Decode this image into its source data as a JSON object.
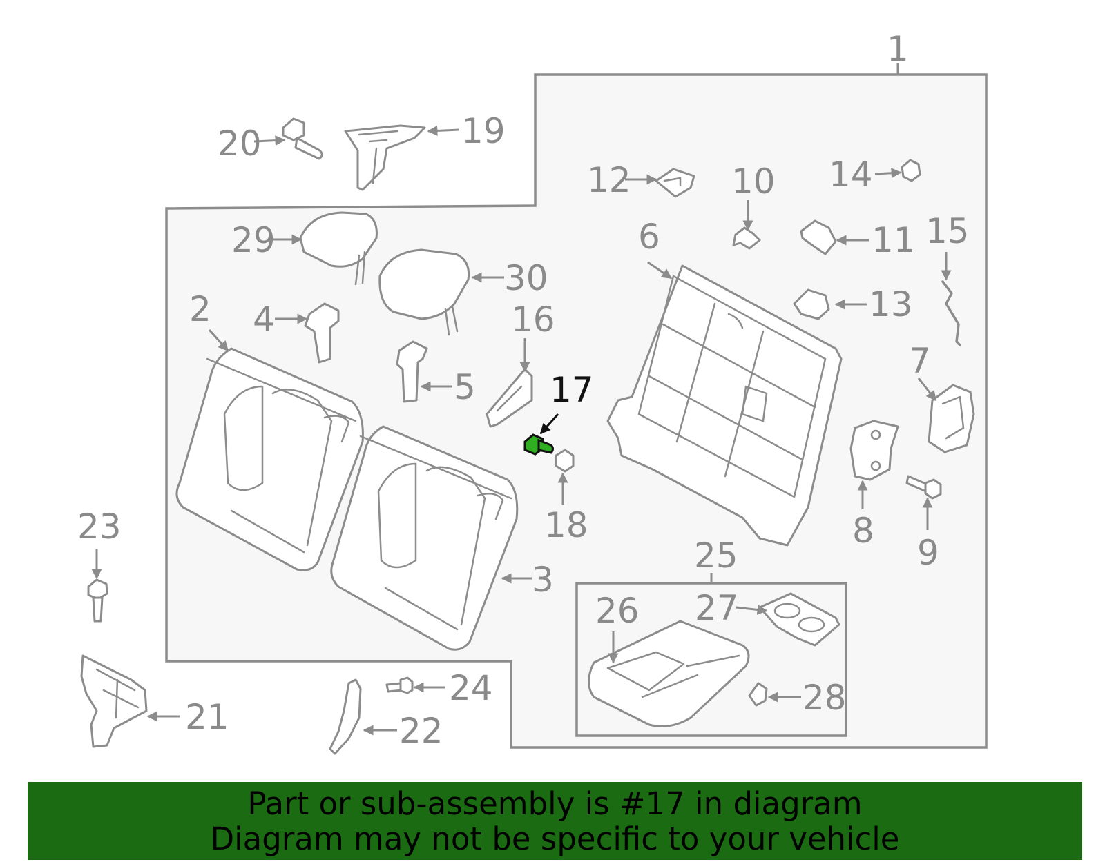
{
  "highlight_color": "#1b6b12",
  "highlighted_callout": "17",
  "callouts": [
    "1",
    "2",
    "3",
    "4",
    "5",
    "6",
    "7",
    "8",
    "9",
    "10",
    "11",
    "12",
    "13",
    "14",
    "15",
    "16",
    "17",
    "18",
    "19",
    "20",
    "21",
    "22",
    "23",
    "24",
    "25",
    "26",
    "27",
    "28",
    "29",
    "30"
  ],
  "banner": {
    "line1": "Part or sub-assembly is #17 in diagram",
    "line2": "Diagram may not be specific to your vehicle"
  }
}
